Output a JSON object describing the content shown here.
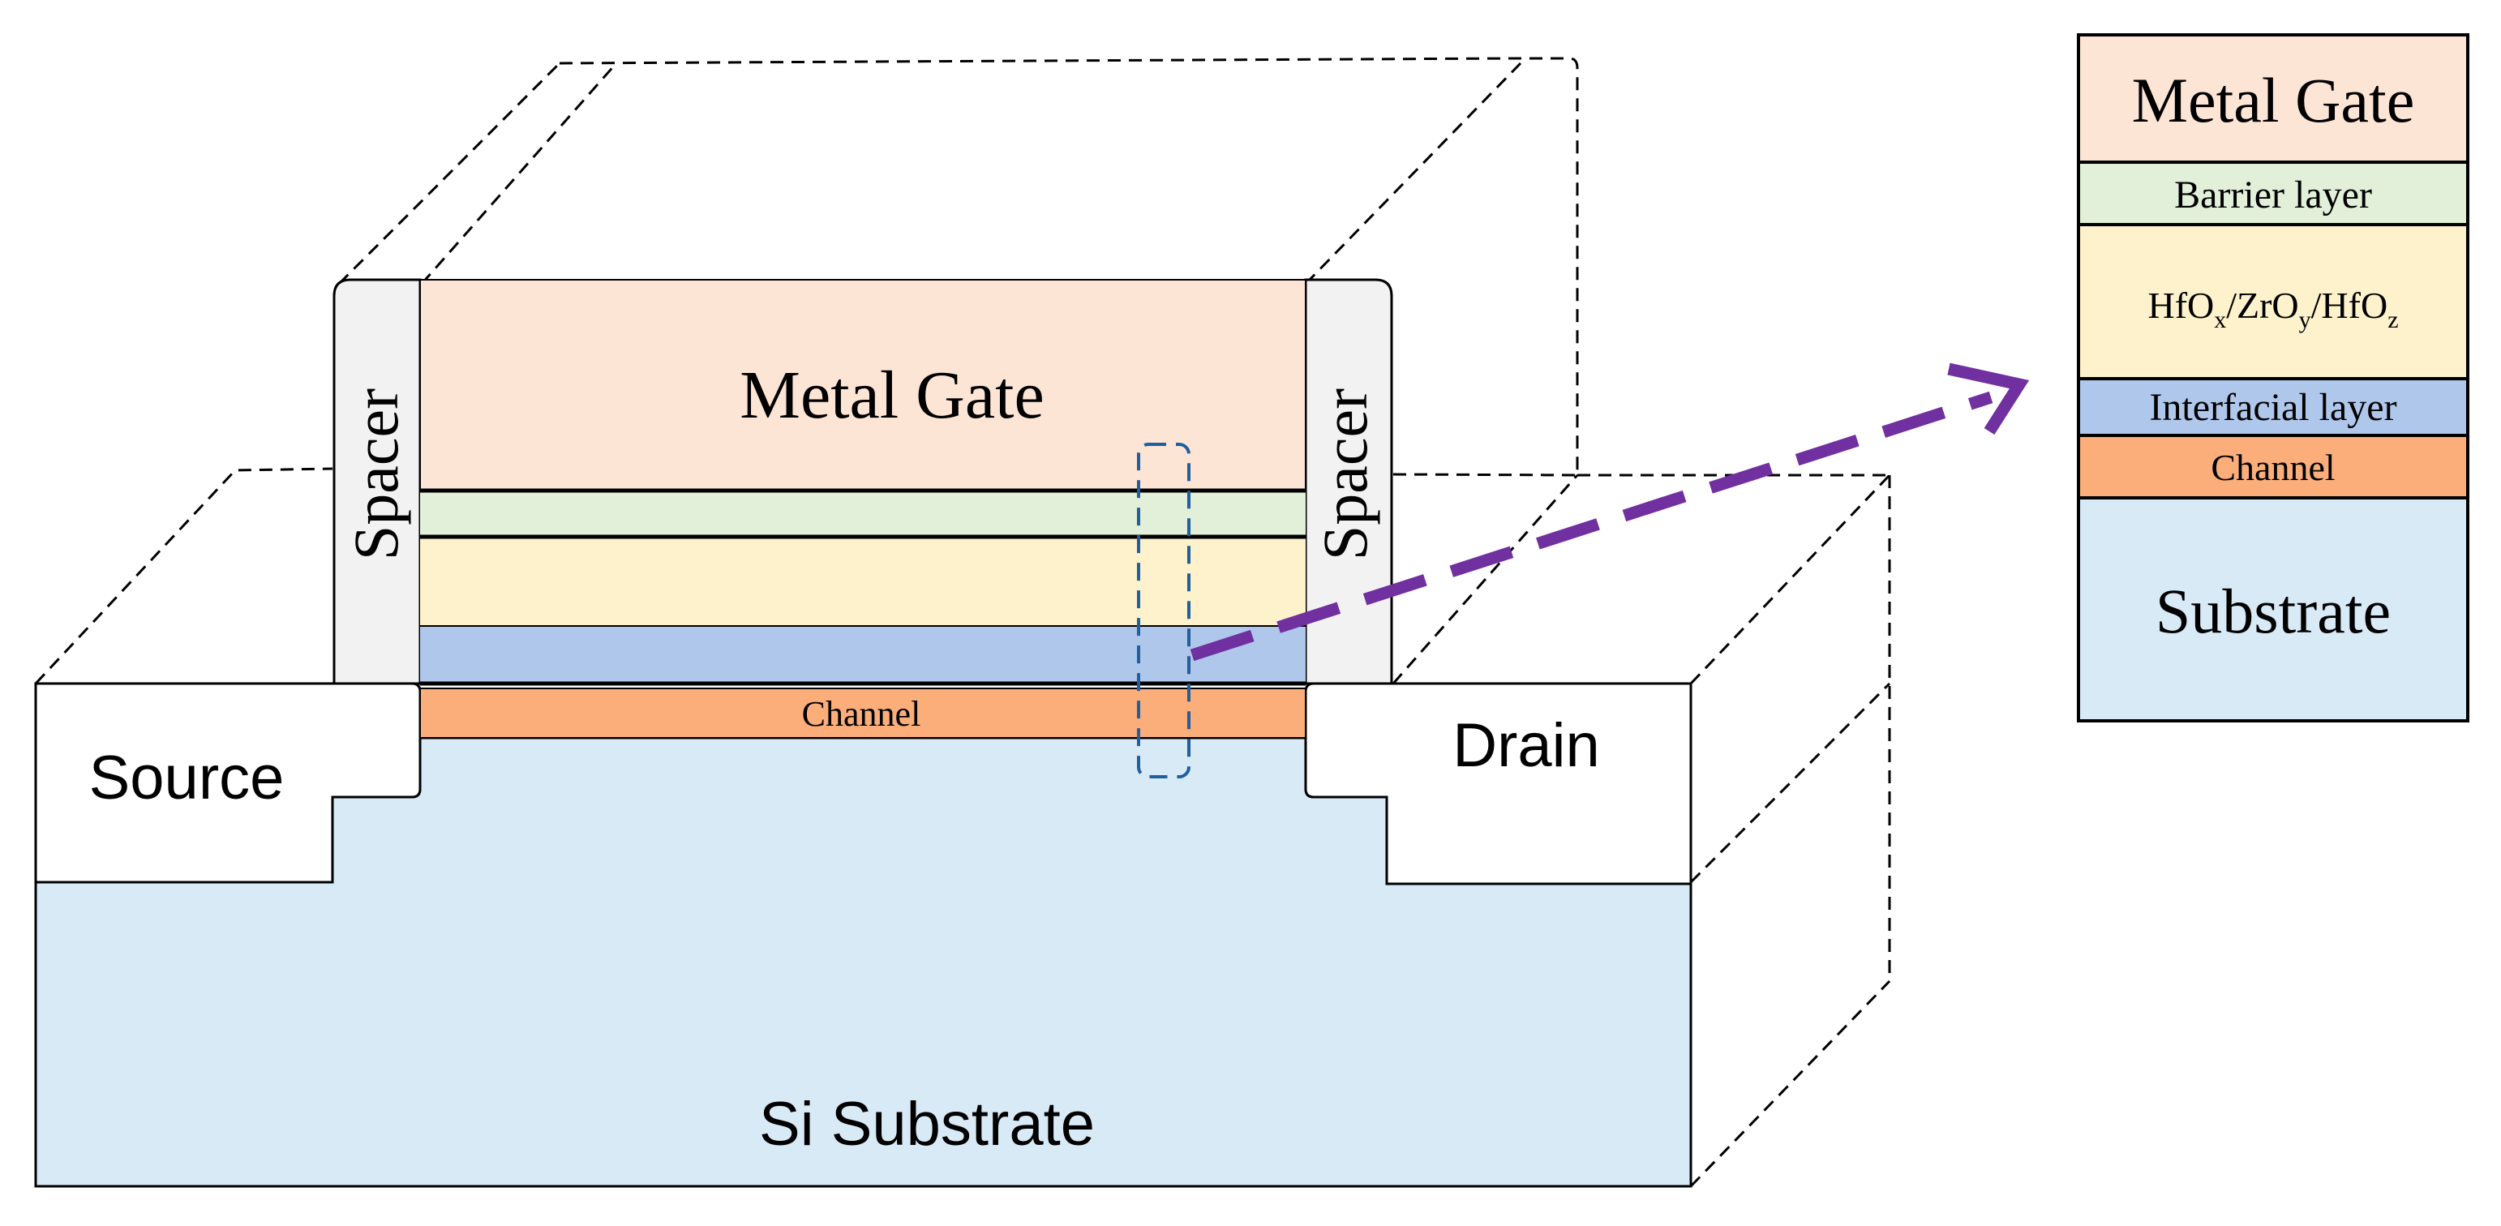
{
  "colors": {
    "metal_gate": "#fde5d6",
    "barrier": "#e2efd9",
    "hfo_stack": "#fdf2cc",
    "interfacial": "#aec7ea",
    "channel": "#fbae7a",
    "substrate": "#d9eaf7",
    "spacer": "#f2f2f2",
    "arrow": "#7030a0",
    "dash_outline": "#1f5f9f",
    "stroke": "#000000"
  },
  "device": {
    "gate_label": "Metal Gate",
    "spacer_left": "Spacer",
    "spacer_right": "Spacer",
    "channel_label": "Channel",
    "source_label": "Source",
    "drain_label": "Drain",
    "substrate_label": "Si Substrate"
  },
  "stack": {
    "metal_gate": "Metal Gate",
    "barrier": "Barrier layer",
    "hfo_base1": "HfO",
    "hfo_sub1": "x",
    "hfo_base2": "/ZrO",
    "hfo_sub2": "y",
    "hfo_base3": "/HfO",
    "hfo_sub3": "z",
    "interfacial": "Interfacial layer",
    "channel": "Channel",
    "substrate": "Substrate"
  },
  "icons": {
    "zoom_arrow": "dashed-arrow-icon"
  }
}
